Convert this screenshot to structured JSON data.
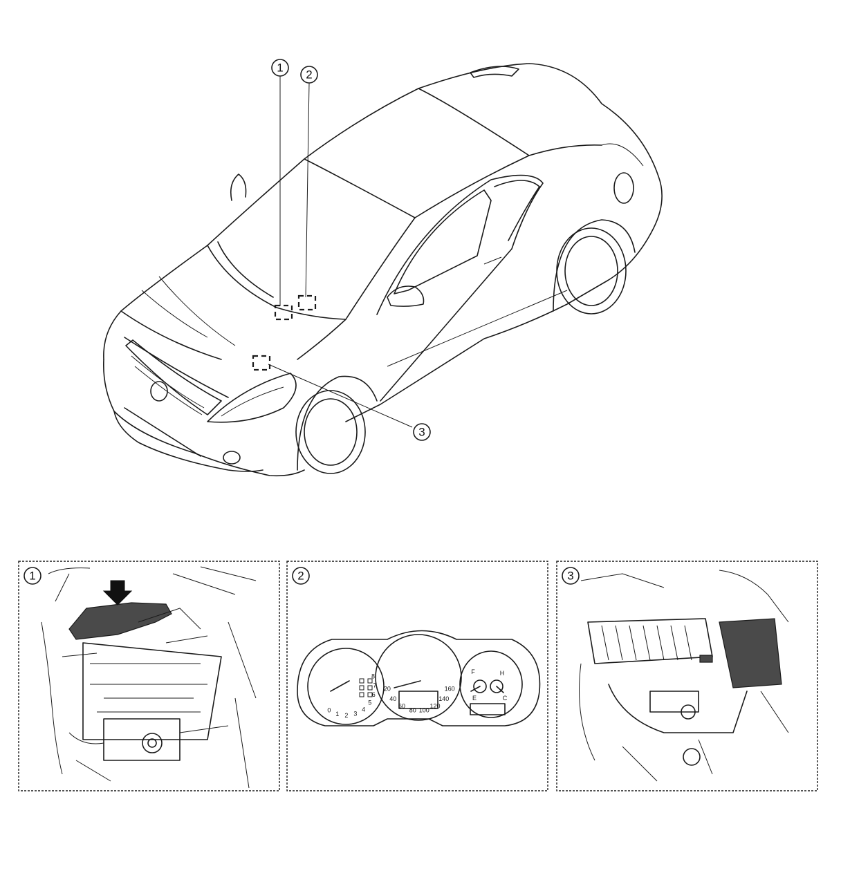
{
  "callouts": [
    "1",
    "2",
    "3"
  ],
  "panels": [
    {
      "number": "1"
    },
    {
      "number": "2"
    },
    {
      "number": "3"
    }
  ],
  "cluster": {
    "tach_ticks": [
      "0",
      "1",
      "2",
      "3",
      "4",
      "5",
      "6",
      "7",
      "8"
    ],
    "speed_ticks": [
      "20",
      "40",
      "60",
      "80",
      "100",
      "120",
      "140",
      "160"
    ],
    "fuel_full": "F",
    "fuel_empty": "E",
    "temp_hot": "H",
    "temp_cold": "C"
  }
}
